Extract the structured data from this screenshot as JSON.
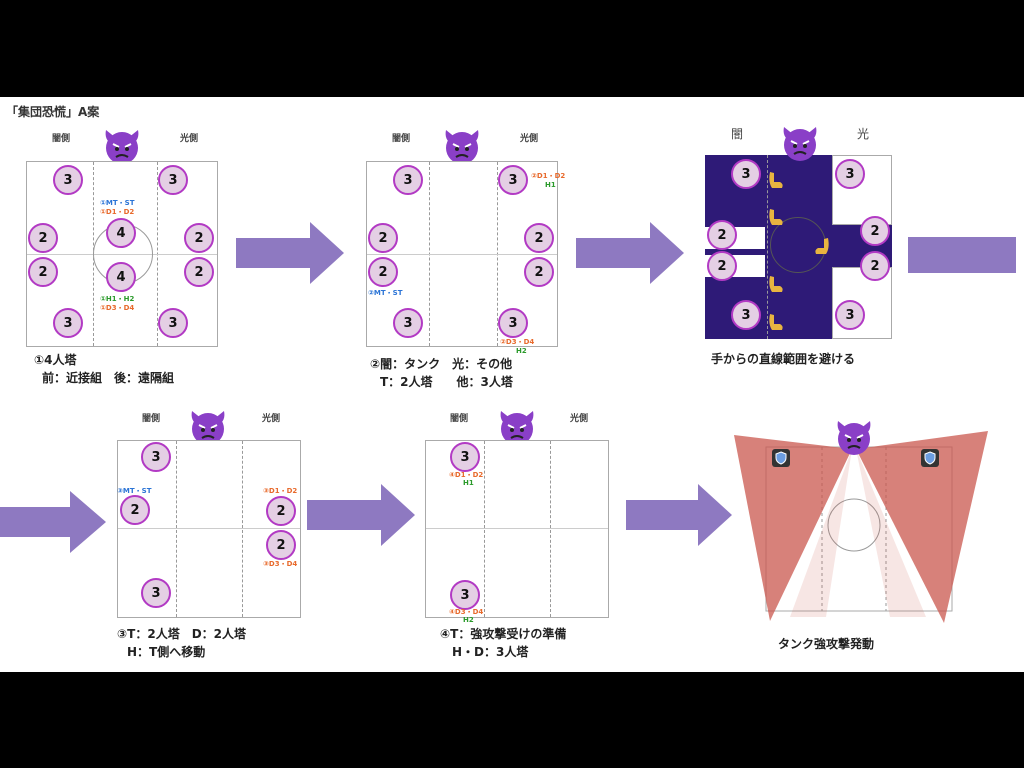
{
  "header": {
    "title": "「集団恐慌」A案"
  },
  "labels": {
    "dark_side": "闇側",
    "light_side": "光側",
    "dark": "闇",
    "light": "光"
  },
  "panel1": {
    "caption_line1": "①4人塔",
    "caption_line2": "前：近接組　後：遠隔組",
    "tag_top_a": "①MT・ST",
    "tag_top_b": "①D1・D2",
    "tag_bottom_a": "①H1・H2",
    "tag_bottom_b": "①D3・D4",
    "counts": {
      "three": "3",
      "two": "2",
      "four": "4"
    }
  },
  "panel2": {
    "caption_line1": "②闇：タンク　光：その他",
    "caption_line2": "T：2人塔　　他：3人塔",
    "tag_d12": "②D1・D2",
    "tag_h1": "H1",
    "tag_mt": "②MT・ST",
    "tag_d34": "②D3・D4",
    "tag_h2": "H2"
  },
  "panel3": {
    "caption": "手からの直線範囲を避ける"
  },
  "panel4": {
    "caption_line1": "③T：2人塔　D：2人塔",
    "caption_line2": "H：T側へ移動",
    "tag_mt": "③MT・ST",
    "tag_d12": "③D1・D2",
    "tag_d34": "③D3・D4"
  },
  "panel5": {
    "caption_line1": "④T：強攻撃受けの準備",
    "caption_line2": "H・D：3人塔",
    "tag_d12": "④D1・D2",
    "tag_h1": "H1",
    "tag_d34": "④D3・D4",
    "tag_h2": "H2"
  },
  "panel6": {
    "caption": "タンク強攻撃発動"
  },
  "colors": {
    "arrow": "#8e79c1",
    "tower_fill": "#e4cfe4",
    "tower_border": "#b23ac4",
    "dark_zone": "#2e1a77",
    "cone": "#c9574d",
    "devil": "#8a3fc7"
  },
  "icons": [
    "smiling-devil-emoji",
    "hand-emoji",
    "shield-icon",
    "right-arrow"
  ]
}
